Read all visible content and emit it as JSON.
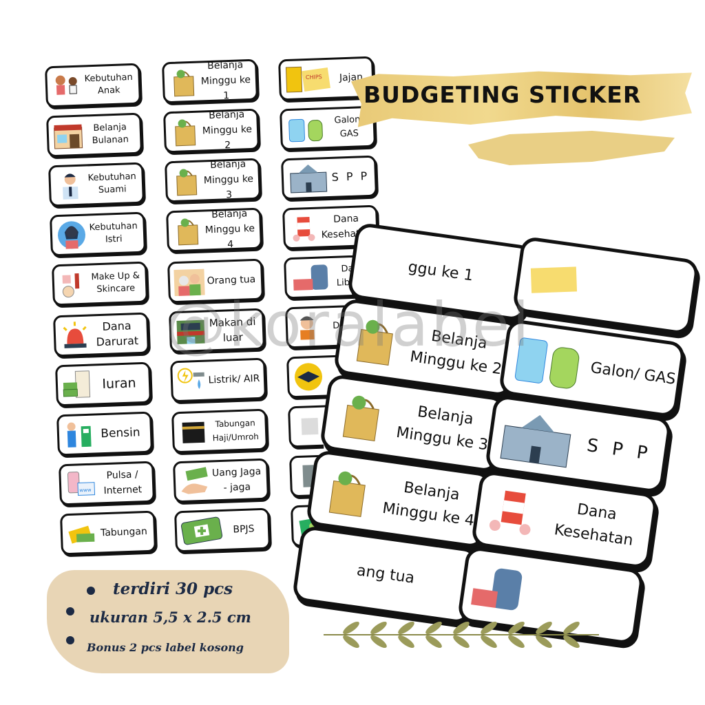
{
  "title": "BUDGETING STICKER",
  "watermark": "@koralabel",
  "column1": [
    {
      "label": "Kebutuhan Anak",
      "icon": "kids-icon"
    },
    {
      "label": "Belanja Bulanan",
      "icon": "grocery-store-icon"
    },
    {
      "label": "Kebutuhan Suami",
      "icon": "man-icon"
    },
    {
      "label": "Kebutuhan Istri",
      "icon": "woman-icon"
    },
    {
      "label": "Make Up & Skincare",
      "icon": "makeup-icon"
    },
    {
      "label": "Dana Darurat",
      "icon": "siren-icon"
    },
    {
      "label": "Iuran",
      "icon": "bill-icon"
    },
    {
      "label": "Bensin",
      "icon": "gas-station-icon"
    },
    {
      "label": "Pulsa / Internet",
      "icon": "phone-icon"
    },
    {
      "label": "Tabungan",
      "icon": "money-icon"
    }
  ],
  "column2": [
    {
      "label": "Belanja Minggu ke 1",
      "icon": "grocery-bag-icon"
    },
    {
      "label": "Belanja Minggu ke 2",
      "icon": "grocery-bag-icon"
    },
    {
      "label": "Belanja Minggu ke  3",
      "icon": "grocery-bag-icon"
    },
    {
      "label": "Belanja Minggu ke 4",
      "icon": "grocery-bag-icon"
    },
    {
      "label": "Orang tua",
      "icon": "elderly-icon"
    },
    {
      "label": "Makan di luar",
      "icon": "restaurant-icon"
    },
    {
      "label": "Listrik/ AIR",
      "icon": "electric-water-icon"
    },
    {
      "label": "Tabungan Haji/Umroh",
      "icon": "kaaba-icon"
    },
    {
      "label": "Uang Jaga - jaga",
      "icon": "hand-money-icon"
    },
    {
      "label": "BPJS",
      "icon": "card-icon"
    }
  ],
  "column3": [
    {
      "label": "Jajan",
      "icon": "snack-icon"
    },
    {
      "label": "Galon/ GAS",
      "icon": "gallon-gas-icon"
    },
    {
      "label": "S P P",
      "icon": "school-icon"
    },
    {
      "label": "Dana Kesehatan",
      "icon": "medicine-icon"
    },
    {
      "label": "Dana Liburan",
      "icon": "luggage-icon"
    },
    {
      "label": "Dana R",
      "icon": "worker-icon"
    },
    {
      "label": "",
      "icon": "graduation-icon"
    },
    {
      "label": "",
      "icon": "misc-icon"
    },
    {
      "label": "",
      "icon": "misc-icon"
    },
    {
      "label": "",
      "icon": "cash-icon"
    }
  ],
  "zoom_left": [
    "ggu ke 1",
    "Belanja Minggu ke 2",
    "Belanja Minggu ke  3",
    "Belanja Minggu ke 4",
    "ang tua"
  ],
  "zoom_right": [
    "Galon/ GAS",
    "S P P",
    "Dana Kesehatan"
  ],
  "info": {
    "line1": "terdiri 30 pcs",
    "line2": "ukuran 5,5 x 2.5 cm",
    "line3": "Bonus 2 pcs label kosong"
  },
  "colors": {
    "gold": "#e8c976",
    "info_bg": "#e8d5b5",
    "text_dark": "#1c2a44",
    "leaf": "#8a8a4a"
  }
}
